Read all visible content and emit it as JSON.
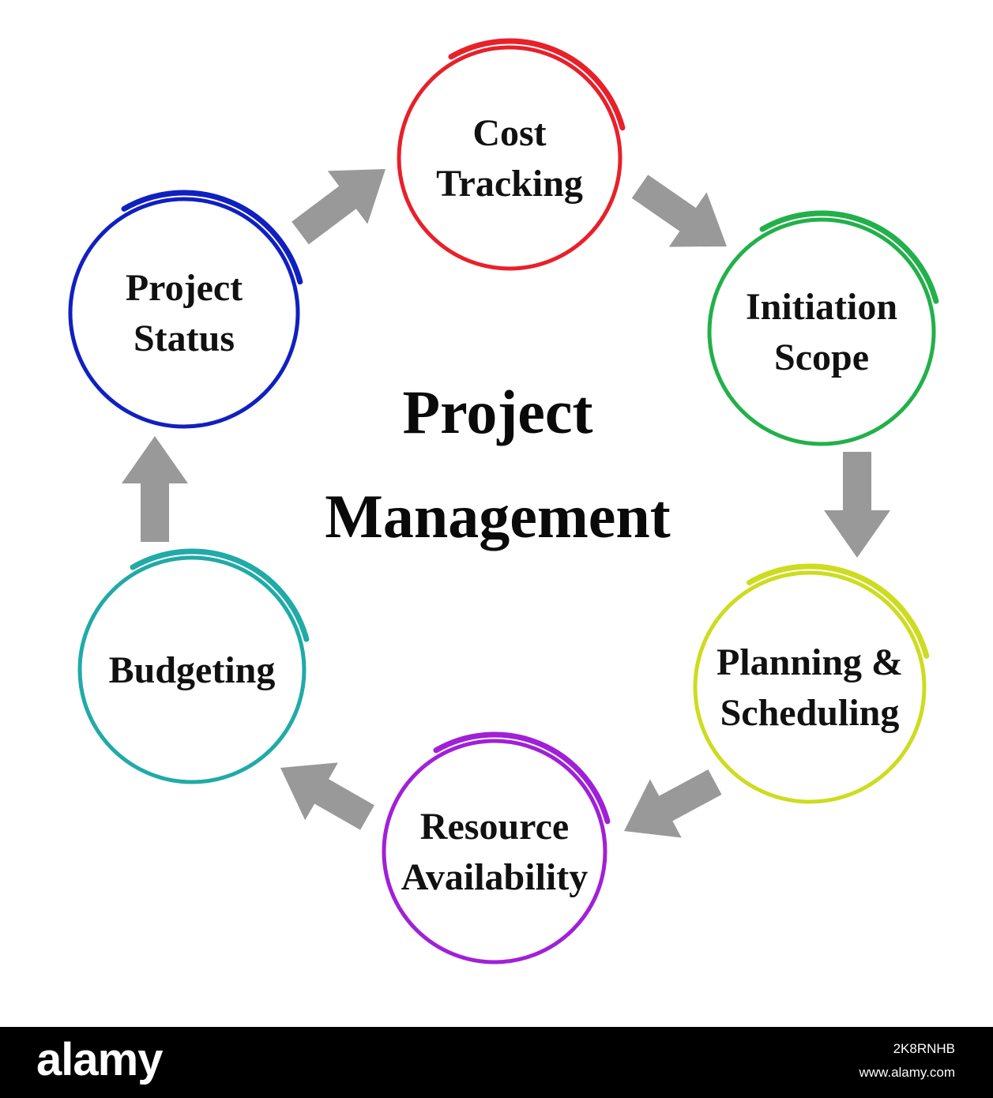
{
  "diagram": {
    "center_title": [
      "Project",
      "Management"
    ],
    "arrow_color": "#999999",
    "nodes": [
      {
        "id": "cost-tracking",
        "lines": [
          "Cost",
          "Tracking"
        ],
        "color": "#e8202a"
      },
      {
        "id": "initiation-scope",
        "lines": [
          "Initiation",
          "Scope"
        ],
        "color": "#22b04a"
      },
      {
        "id": "planning-scheduling",
        "lines": [
          "Planning &",
          "Scheduling"
        ],
        "color": "#cddc1e"
      },
      {
        "id": "resource-availability",
        "lines": [
          "Resource",
          "Availability"
        ],
        "color": "#a020d8"
      },
      {
        "id": "budgeting",
        "lines": [
          "Budgeting"
        ],
        "color": "#20aaa8"
      },
      {
        "id": "project-status",
        "lines": [
          "Project",
          "Status"
        ],
        "color": "#1020c0"
      }
    ]
  },
  "footer": {
    "brand": "alamy",
    "image_id": "2K8RNHB",
    "site": "www.alamy.com"
  }
}
